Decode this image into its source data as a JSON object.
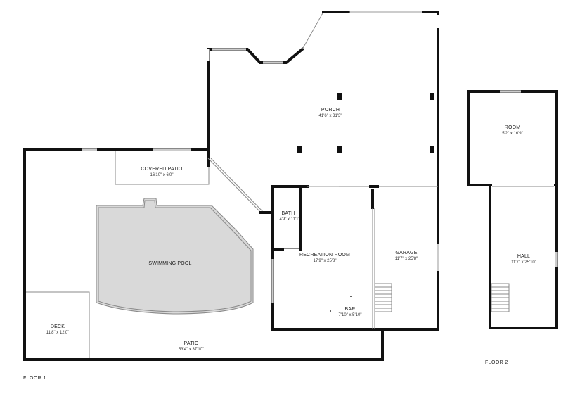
{
  "rooms": {
    "porch": {
      "name": "PORCH",
      "dim": "41'6\" x 31'3\""
    },
    "covered_patio": {
      "name": "COVERED PATIO",
      "dim": "16'10\" x 6'0\""
    },
    "swimming_pool": {
      "name": "SWIMMING POOL"
    },
    "bath": {
      "name": "BATH",
      "dim": "4'9\" x 11'1\""
    },
    "recreation_room": {
      "name": "RECREATION ROOM",
      "dim": "17'9\" x 25'8\""
    },
    "garage": {
      "name": "GARAGE",
      "dim": "11'7\" x 25'8\""
    },
    "bar": {
      "name": "BAR",
      "dim": "7'10\" x 5'10\""
    },
    "deck": {
      "name": "DECK",
      "dim": "11'8\" x 12'0\""
    },
    "patio": {
      "name": "PATIO",
      "dim": "53'4\" x 37'10\""
    },
    "room": {
      "name": "ROOM",
      "dim": "5'2\" x 16'9\""
    },
    "hall": {
      "name": "HALL",
      "dim": "11'7\" x 25'10\""
    }
  },
  "floors": {
    "floor1": "FLOOR 1",
    "floor2": "FLOOR 2"
  },
  "colors": {
    "wall": "#111111",
    "pool_fill": "#d9d9d9",
    "background": "#ffffff"
  }
}
